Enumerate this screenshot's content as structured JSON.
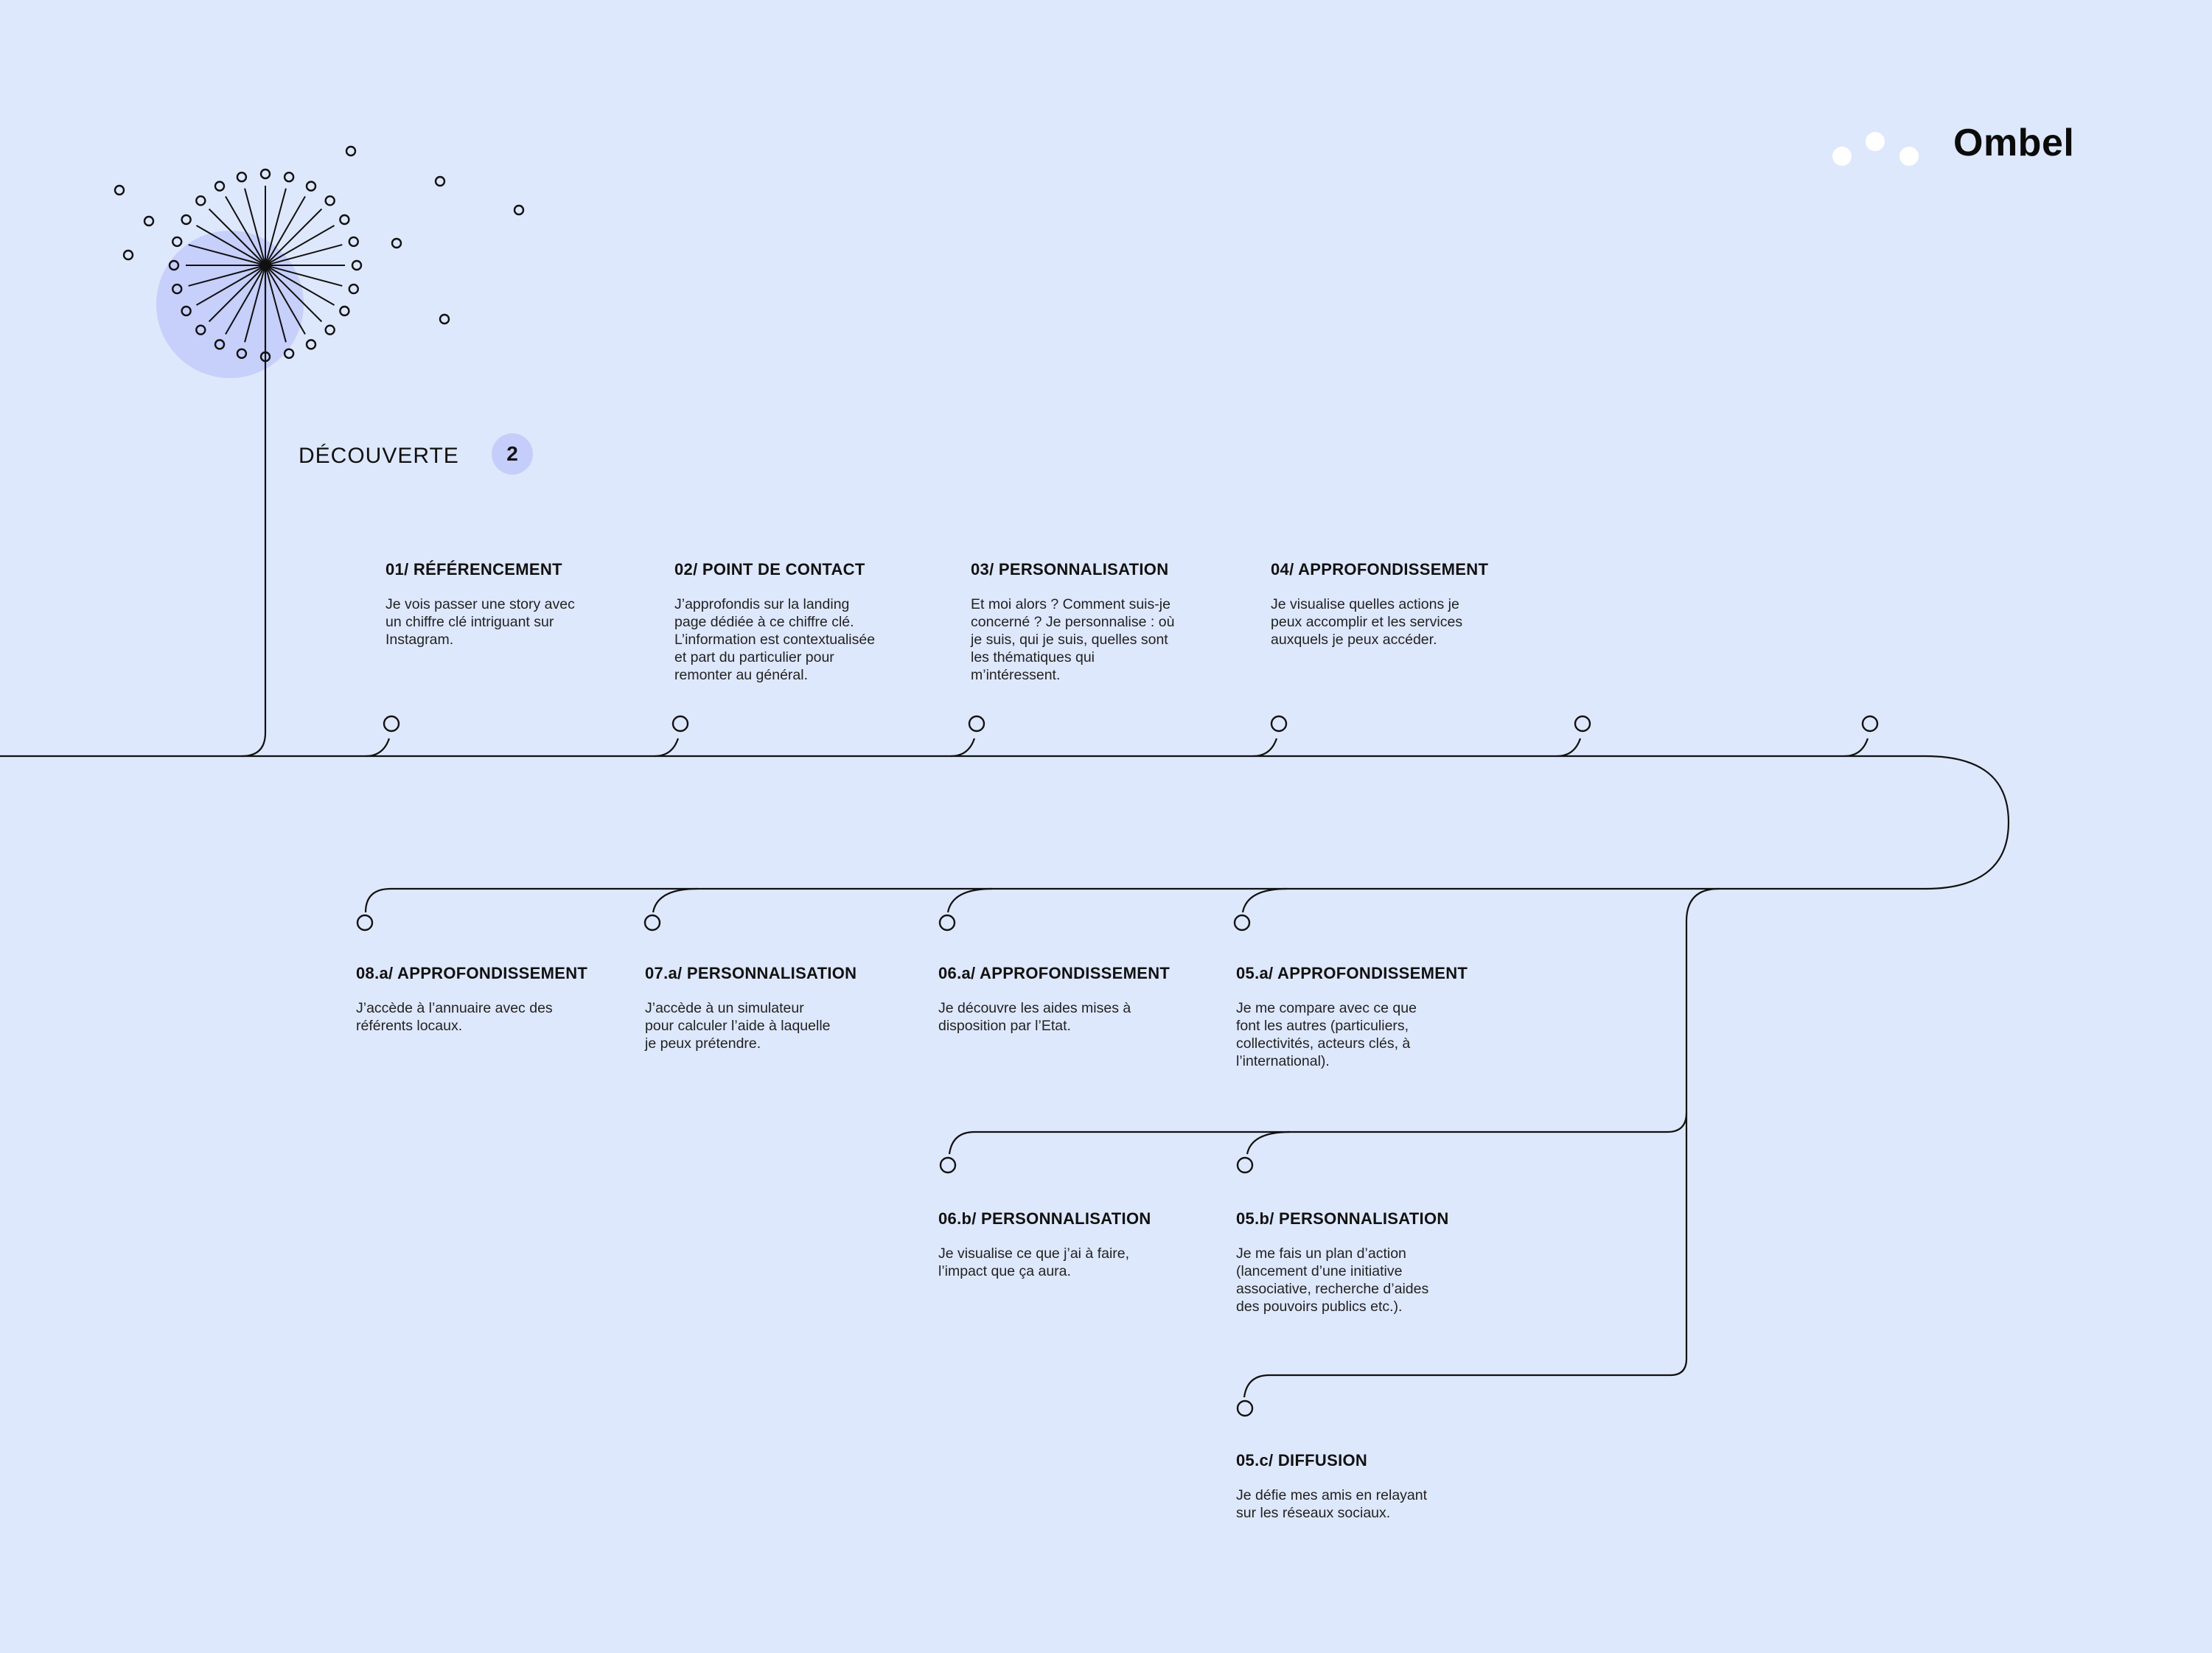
{
  "brand": {
    "name": "Ombel",
    "dot_color": "#ffffff"
  },
  "colors": {
    "background": "#dee8fc",
    "accent": "#c5cdfb",
    "line": "#111111"
  },
  "stage": {
    "title": "DÉCOUVERTE",
    "number": "2"
  },
  "steps": [
    {
      "id": "01",
      "title": "01/ RÉFÉRENCEMENT",
      "text": "Je vois passer une story avec\nun chiffre clé intriguant sur\nInstagram."
    },
    {
      "id": "02",
      "title": "02/ POINT DE CONTACT",
      "text": "J’approfondis sur la landing\npage dédiée à ce chiffre clé.\nL’information est contextualisée\net part du particulier pour\nremonter au général."
    },
    {
      "id": "03",
      "title": "03/ PERSONNALISATION",
      "text": "Et moi alors ? Comment suis-je\nconcerné ? Je personnalise : où\nje suis, qui je suis, quelles sont\nles thématiques qui\nm’intéressent."
    },
    {
      "id": "04",
      "title": "04/ APPROFONDISSEMENT",
      "text": "Je visualise quelles actions je\npeux accomplir et les services\nauxquels je peux accéder."
    },
    {
      "id": "08a",
      "title": "08.a/ APPROFONDISSEMENT",
      "text": "J’accède à l’annuaire avec des\nréférents locaux."
    },
    {
      "id": "07a",
      "title": "07.a/ PERSONNALISATION",
      "text": "J’accède à un simulateur\npour calculer l’aide à laquelle\nje peux prétendre."
    },
    {
      "id": "06a",
      "title": "06.a/ APPROFONDISSEMENT",
      "text": "Je découvre les aides mises à\ndisposition par l’Etat."
    },
    {
      "id": "05a",
      "title": "05.a/ APPROFONDISSEMENT",
      "text": "Je me compare avec ce que\nfont les autres (particuliers,\ncollectivités, acteurs clés, à\nl’international)."
    },
    {
      "id": "06b",
      "title": "06.b/ PERSONNALISATION",
      "text": "Je visualise ce que j’ai à faire,\nl’impact que ça aura."
    },
    {
      "id": "05b",
      "title": "05.b/ PERSONNALISATION",
      "text": "Je me fais un plan d’action\n(lancement d’une initiative\nassociative, recherche d’aides\ndes pouvoirs publics etc.)."
    },
    {
      "id": "05c",
      "title": "05.c/ DIFFUSION",
      "text": "Je défie mes amis en relayant\nsur les réseaux sociaux."
    }
  ]
}
